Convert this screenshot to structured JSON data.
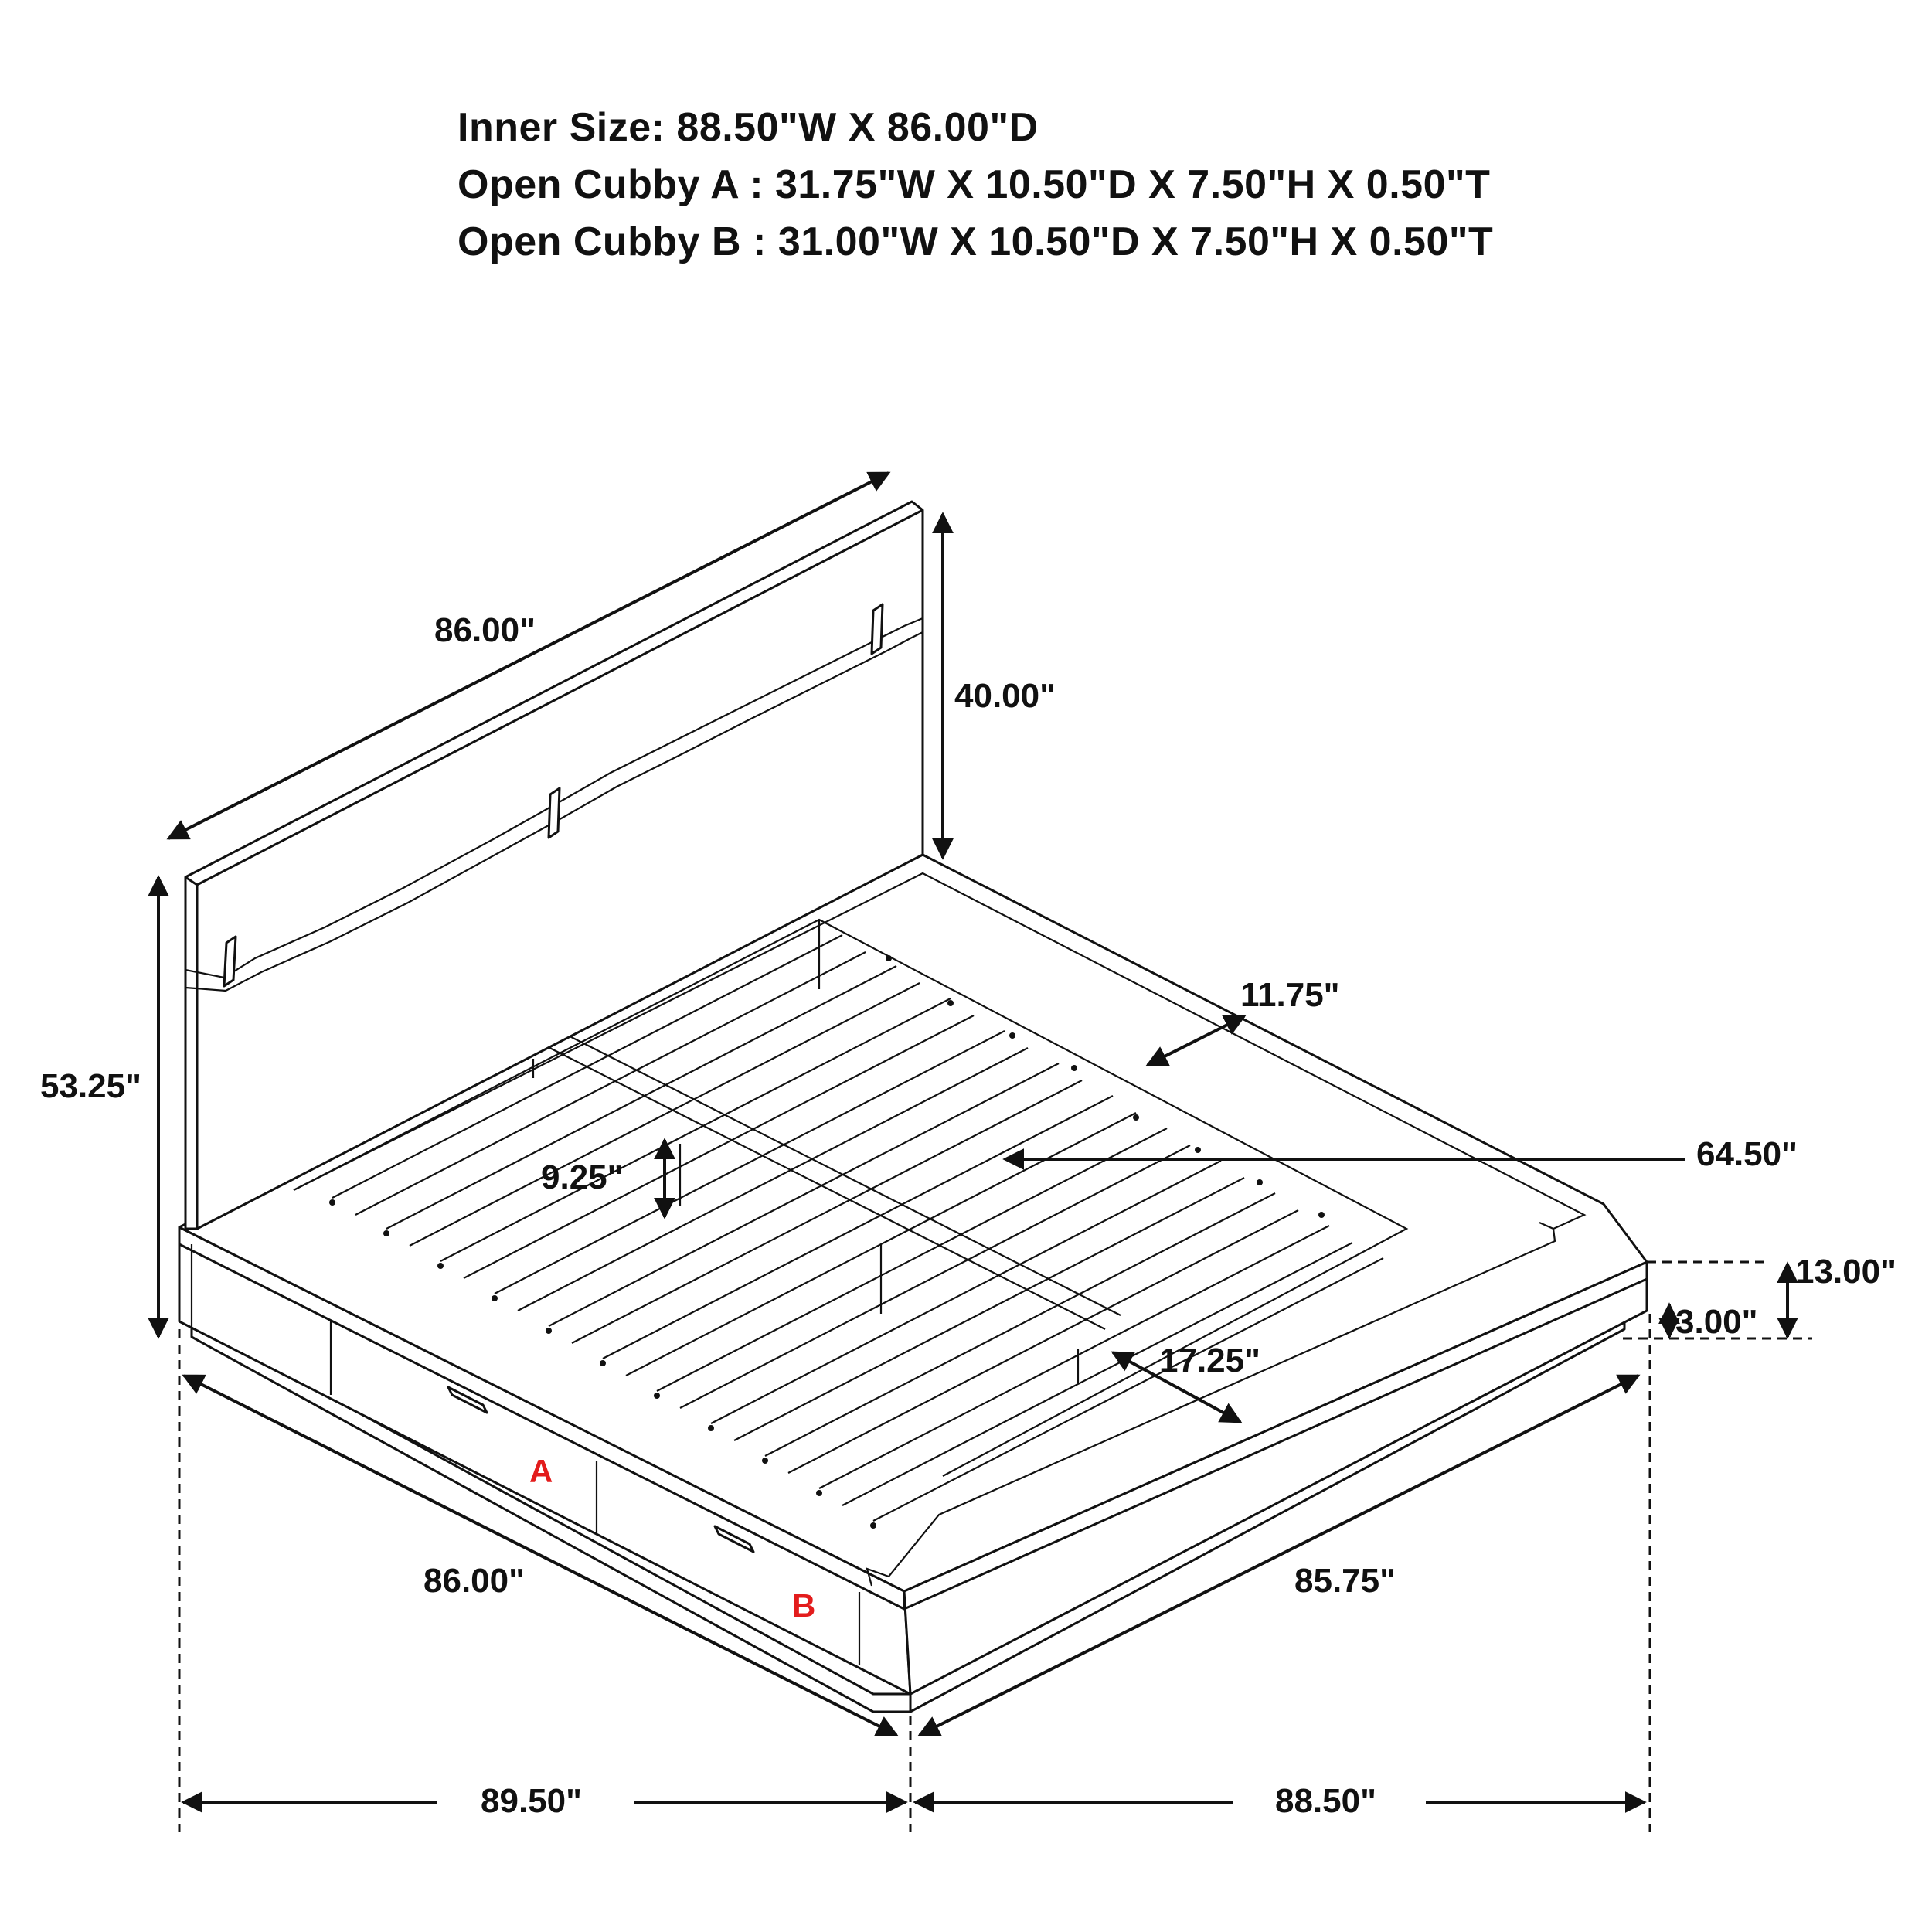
{
  "header": {
    "inner_size": "Inner Size: 88.50\"W X 86.00\"D",
    "cubby_a": "Open Cubby A : 31.75\"W X 10.50\"D X 7.50\"H X 0.50\"T",
    "cubby_b": "Open Cubby B : 31.00\"W X 10.50\"D X 7.50\"H X 0.50\"T"
  },
  "dimensions": {
    "headboard_width": "86.00\"",
    "headboard_height": "40.00\"",
    "overall_height": "53.25\"",
    "side_rail_width": "11.75\"",
    "inner_width": "64.50\"",
    "slat_spacing": "9.25\"",
    "base_height": "13.00\"",
    "plinth_height": "3.00\"",
    "footboard_depth": "17.25\"",
    "left_length": "86.00\"",
    "right_length": "85.75\"",
    "overall_left": "89.50\"",
    "overall_right": "88.50\""
  },
  "cubbies": {
    "a_label": "A",
    "b_label": "B"
  },
  "colors": {
    "line": "#111111",
    "cubby_label": "#e31c1c",
    "background": "#ffffff"
  }
}
